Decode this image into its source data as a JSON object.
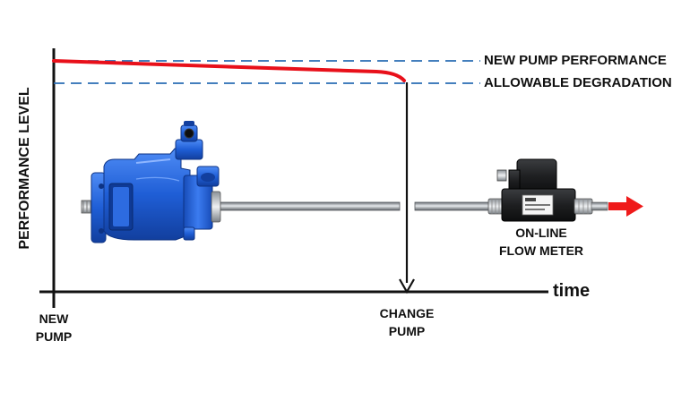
{
  "reference_lines": {
    "new_pump": "NEW PUMP PERFORMANCE",
    "allowable": "ALLOWABLE DEGRADATION"
  },
  "axes": {
    "y_label": "PERFORMANCE LEVEL",
    "x_label": "time"
  },
  "markers": {
    "new_pump": [
      "NEW",
      "PUMP"
    ],
    "change_pump": [
      "CHANGE",
      "PUMP"
    ]
  },
  "flow_meter": [
    "ON-LINE",
    "FLOW METER"
  ],
  "colors": {
    "performance_curve": "#e8101a",
    "reference_lines": "#2a6db4",
    "pump_body": "#1f5ed6",
    "flow_arrow": "#ef1a1a",
    "axis": "#111111"
  },
  "icons": {
    "pump": "hydraulic-pump-icon",
    "meter": "flow-meter-icon",
    "arrow": "flow-direction-arrow"
  }
}
